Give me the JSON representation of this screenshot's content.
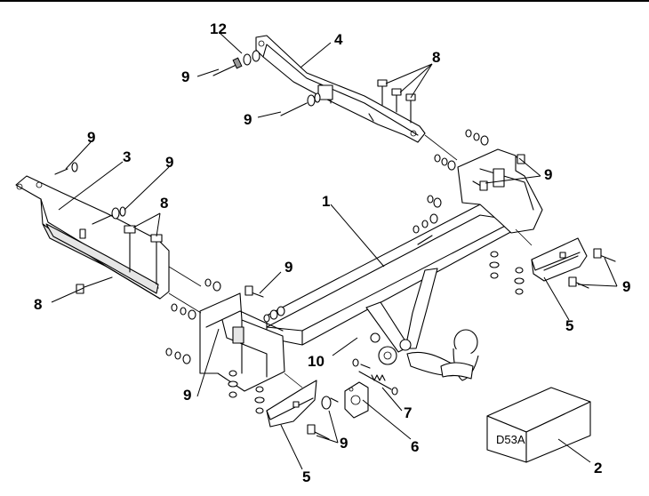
{
  "diagram": {
    "package_label": "D53A",
    "callouts": {
      "part_1": "1",
      "part_2": "2",
      "part_3": "3",
      "part_4": "4",
      "part_5_right": "5",
      "part_5_bottom": "5",
      "part_6": "6",
      "part_7": "7",
      "part_8_top": "8",
      "part_8_mid": "8",
      "part_8_left": "8",
      "part_9_a": "9",
      "part_9_b": "9",
      "part_9_c": "9",
      "part_9_d": "9",
      "part_9_e": "9",
      "part_9_f": "9",
      "part_9_g": "9",
      "part_9_h": "9",
      "part_9_i": "9",
      "part_10": "10",
      "part_12": "12"
    }
  }
}
